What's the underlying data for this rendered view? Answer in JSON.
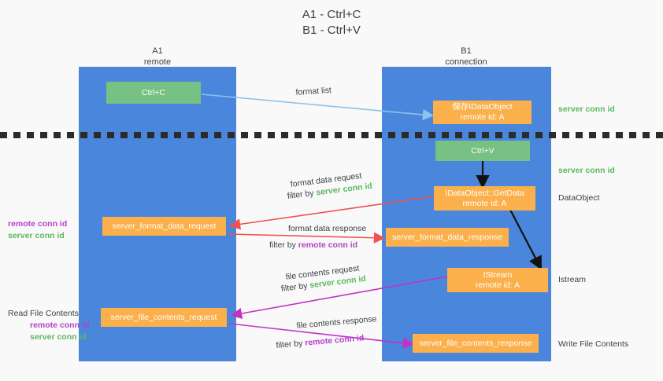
{
  "title": {
    "line1": "A1 - Ctrl+C",
    "line2": "B1 - Ctrl+V"
  },
  "lanes": [
    {
      "id": "a1",
      "name": "A1",
      "sub": "remote"
    },
    {
      "id": "b1",
      "name": "B1",
      "sub": "connection"
    }
  ],
  "boxes": {
    "ctrl_c": "Ctrl+C",
    "save_idataobject_l1": "保存IDataObject",
    "save_idataobject_l2": "remote id: A",
    "ctrl_v": "Ctrl+V",
    "getdata_l1": "IDataObject::GetData",
    "getdata_l2": "remote id: A",
    "format_data_request": "server_format_data_request",
    "format_data_response": "server_format_data_response",
    "istream_l1": "IStream",
    "istream_l2": "remote id: A",
    "file_contents_request": "server_file_contents_request",
    "file_contents_response": "server_file_contents_response"
  },
  "edge_labels": {
    "format_list": "format list",
    "format_data_request": "format data request",
    "format_data_request_filter_prefix": "filter by ",
    "format_data_request_filter_key": "server conn id",
    "format_data_response": "format data response",
    "format_data_response_filter_prefix": "filter by ",
    "format_data_response_filter_key": "remote conn id",
    "file_contents_request": "file contents request",
    "file_contents_request_filter_prefix": "filter by ",
    "file_contents_request_filter_key": "server conn id",
    "file_contents_response": "file contents response",
    "file_contents_response_filter_prefix": "filter by ",
    "file_contents_response_filter_key": "remote conn id"
  },
  "right_annotations": {
    "server_conn_id_top": "server conn id",
    "server_conn_id_mid": "server conn id",
    "dataobject": "DataObject",
    "istream": "Istream",
    "write_file_contents": "Write File Contents"
  },
  "left_annotations": {
    "remote_conn_id_1": "remote conn id",
    "server_conn_id_1": "server conn id",
    "read_file_contents": "Read File Contents",
    "remote_conn_id_2": "remote conn id",
    "server_conn_id_2": "server conn id"
  },
  "colors": {
    "lane": "#4a86dc",
    "green_box": "#76c183",
    "orange_box": "#fbb04c",
    "arrow_light_blue": "#8fc2ea",
    "arrow_red": "#ef5350",
    "arrow_black": "#111111",
    "arrow_magenta": "#c432c4",
    "text_green": "#5cb85c",
    "text_purple": "#b540c8",
    "background": "#f9f9f9"
  }
}
